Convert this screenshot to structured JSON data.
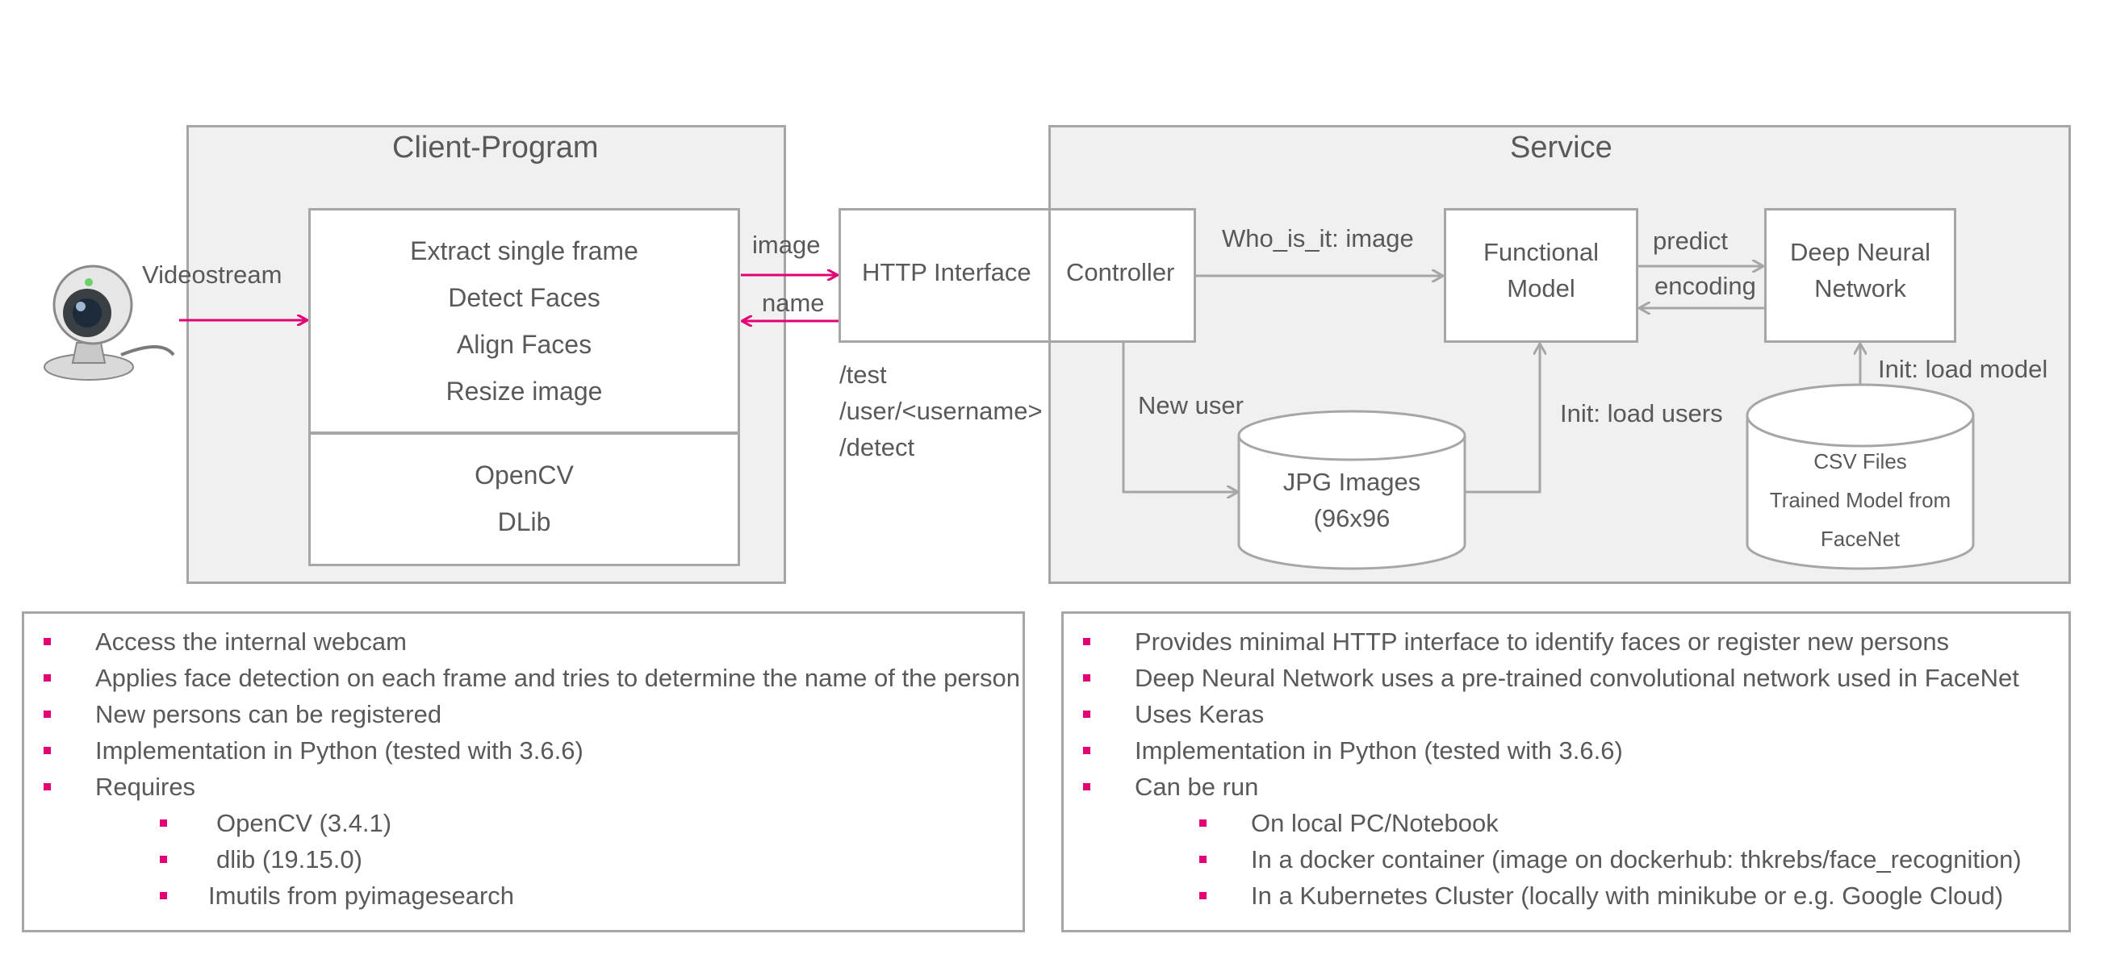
{
  "client": {
    "title": "Client-Program",
    "steps": [
      "Extract single  frame",
      "Detect Faces",
      "Align Faces",
      "Resize image"
    ],
    "libs": [
      "OpenCV",
      "DLib"
    ],
    "videostream": "Videostream"
  },
  "http": {
    "interface": "HTTP Interface",
    "image_label": "image",
    "name_label": "name",
    "endpoints": [
      "/test",
      "/user/<username>",
      "/detect"
    ]
  },
  "service": {
    "title": "Service",
    "controller": "Controller",
    "who_label": "Who_is_it: image",
    "functional_model": [
      "Functional",
      "Model"
    ],
    "dnn": [
      "Deep Neural",
      "Network"
    ],
    "predict_label": "predict",
    "encoding_label": "encoding",
    "new_user_label": "New user",
    "jpg": [
      "JPG Images",
      "(96x96"
    ],
    "init_users_label": "Init: load users",
    "init_model_label": "Init: load model",
    "csv": [
      "CSV Files",
      "Trained Model from",
      "FaceNet"
    ]
  },
  "client_bullets": [
    {
      "level": 0,
      "text": "Access the internal webcam"
    },
    {
      "level": 0,
      "text": "Applies face detection on each frame and tries to determine  the name of the person"
    },
    {
      "level": 0,
      "text": "New persons can be registered"
    },
    {
      "level": 0,
      "text": "Implementation  in Python (tested with 3.6.6)"
    },
    {
      "level": 0,
      "text": "Requires"
    },
    {
      "level": 1,
      "text": "OpenCV  (3.4.1)"
    },
    {
      "level": 1,
      "text": "dlib (19.15.0)"
    },
    {
      "level": 1,
      "text": "Imutils  from pyimagesearch"
    }
  ],
  "service_bullets": [
    {
      "level": 0,
      "text": "Provides minimal HTTP interface to identify faces or register new persons"
    },
    {
      "level": 0,
      "text": "Deep Neural Network uses a pre-trained convolutional network  used in FaceNet"
    },
    {
      "level": 0,
      "text": "Uses Keras"
    },
    {
      "level": 0,
      "text": "Implementation  in Python (tested with 3.6.6)"
    },
    {
      "level": 0,
      "text": "Can be run"
    },
    {
      "level": 1,
      "text": "On local PC/Notebook"
    },
    {
      "level": 1,
      "text": "In a docker container (image on dockerhub: thkrebs/face_recognition)"
    },
    {
      "level": 1,
      "text": "In a Kubernetes  Cluster (locally with minikube or e.g. Google Cloud)"
    }
  ],
  "colors": {
    "accent": "#e20074",
    "border": "#a6a6a6",
    "panel": "#f0f0f0",
    "text": "#595959"
  }
}
